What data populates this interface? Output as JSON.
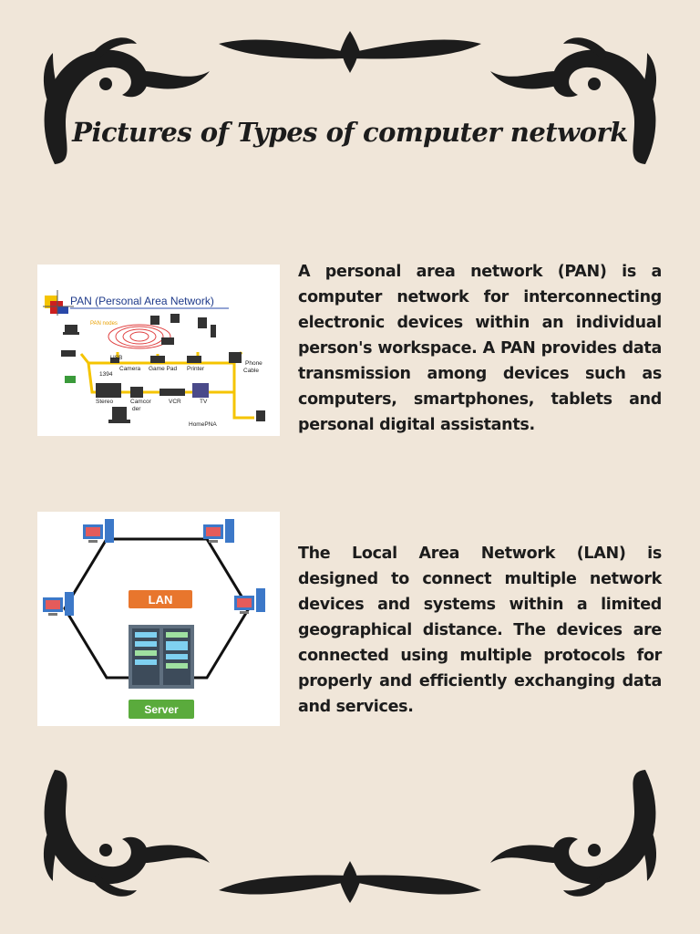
{
  "page": {
    "title": "Pictures of Types of computer network",
    "background_color": "#f0e6d9",
    "ornament_color": "#1c1c1c"
  },
  "sections": [
    {
      "figure": {
        "heading": "PAN (Personal Area Network)",
        "labels": {
          "nodes": "PAN nodes",
          "usb": "USB",
          "n1394": "1394",
          "camera": "Camera",
          "gamepad": "Game Pad",
          "printer": "Printer",
          "phone": "Phone",
          "cable": "Cable",
          "stereo": "Stereo",
          "camcorder1": "Camcor",
          "camcorder2": "der",
          "vcr": "VCR",
          "tv": "TV",
          "homepna": "HomePNA"
        }
      },
      "text": "A personal area network (PAN) is a computer network for interconnecting electronic devices within an individual person's workspace. A PAN provides data transmission among devices such as computers, smartphones, tablets and personal digital assistants."
    },
    {
      "figure": {
        "center_label": "LAN",
        "server_label": "Server",
        "lan_color": "#e8762d",
        "server_color": "#5aab3c"
      },
      "text": "The Local Area Network (LAN) is designed to connect multiple network devices and systems within a limited geographical distance. The devices are connected using multiple protocols for properly and efficiently exchanging data and services."
    }
  ]
}
